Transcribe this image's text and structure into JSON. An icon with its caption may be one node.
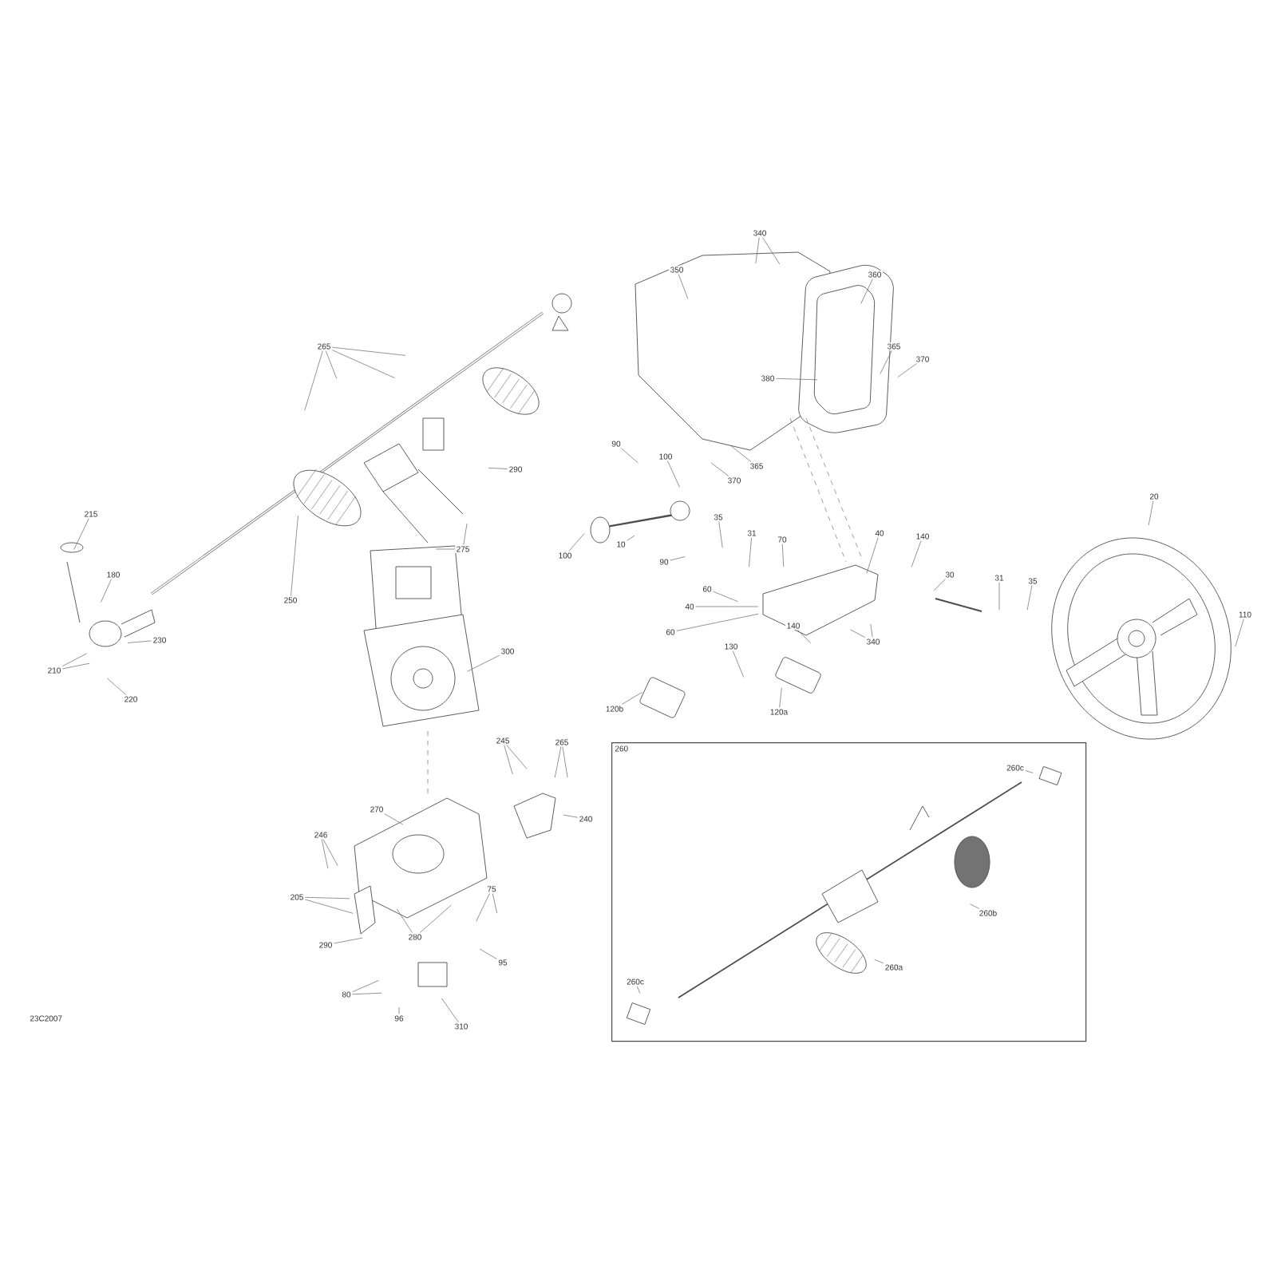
{
  "diagram": {
    "nodes": [
      {
        "text": [
          "265"
        ]
      },
      {
        "text": [
          "290"
        ]
      },
      {
        "text": [
          "275"
        ]
      },
      {
        "text": [
          "250"
        ]
      },
      {
        "text": [
          "215"
        ]
      },
      {
        "text": [
          "180"
        ]
      },
      {
        "text": [
          "230"
        ]
      },
      {
        "text": [
          "210"
        ]
      },
      {
        "text": [
          "220"
        ]
      },
      {
        "text": [
          "340"
        ]
      },
      {
        "text": [
          "350"
        ]
      },
      {
        "text": [
          "360"
        ]
      },
      {
        "text": [
          "365"
        ]
      },
      {
        "text": [
          "370"
        ]
      },
      {
        "text": [
          "380"
        ]
      },
      {
        "text": [
          "365"
        ]
      },
      {
        "text": [
          "370"
        ]
      },
      {
        "text": [
          "90"
        ]
      },
      {
        "text": [
          "100"
        ]
      },
      {
        "text": [
          "100"
        ]
      },
      {
        "text": [
          "10"
        ]
      },
      {
        "text": [
          "90"
        ]
      },
      {
        "text": [
          "35"
        ]
      },
      {
        "text": [
          "31"
        ]
      },
      {
        "text": [
          "70"
        ]
      },
      {
        "text": [
          "40"
        ]
      },
      {
        "text": [
          "140"
        ]
      },
      {
        "text": [
          "30"
        ]
      },
      {
        "text": [
          "31"
        ]
      },
      {
        "text": [
          "35"
        ]
      },
      {
        "text": [
          "20"
        ]
      },
      {
        "text": [
          "110"
        ]
      },
      {
        "text": [
          "60"
        ]
      },
      {
        "text": [
          "40"
        ]
      },
      {
        "text": [
          "60"
        ]
      },
      {
        "text": [
          "140"
        ]
      },
      {
        "text": [
          "340"
        ]
      },
      {
        "text": [
          "130"
        ]
      },
      {
        "text": [
          "120b"
        ]
      },
      {
        "text": [
          "120a"
        ]
      },
      {
        "text": [
          "300"
        ]
      },
      {
        "text": [
          "245"
        ]
      },
      {
        "text": [
          "265"
        ]
      },
      {
        "text": [
          "240"
        ]
      },
      {
        "text": [
          "270"
        ]
      },
      {
        "text": [
          "246"
        ]
      },
      {
        "text": [
          "205"
        ]
      },
      {
        "text": [
          "280"
        ]
      },
      {
        "text": [
          "75"
        ]
      },
      {
        "text": [
          "290"
        ]
      },
      {
        "text": [
          "95"
        ]
      },
      {
        "text": [
          "80"
        ]
      },
      {
        "text": [
          "96"
        ]
      },
      {
        "text": [
          "310"
        ]
      },
      {
        "text": [
          "260"
        ]
      },
      {
        "text": [
          "260c"
        ],
        "in": 54
      },
      {
        "text": [
          "260b"
        ],
        "in": 54
      },
      {
        "text": [
          "260a"
        ],
        "in": 54
      },
      {
        "text": [
          "260c"
        ],
        "in": 54
      }
    ],
    "edges": [
      {
        "from": 0,
        "to": null,
        "arrow": "none"
      },
      {
        "from": 0,
        "to": null,
        "arrow": "none"
      },
      {
        "from": 0,
        "to": null,
        "arrow": "none"
      },
      {
        "from": 0,
        "to": null,
        "arrow": "none"
      },
      {
        "from": 1,
        "to": null,
        "arrow": "none"
      },
      {
        "from": 2,
        "to": null,
        "arrow": "none"
      },
      {
        "from": 2,
        "to": null,
        "arrow": "none"
      },
      {
        "from": 3,
        "to": null,
        "arrow": "none"
      },
      {
        "from": 4,
        "to": null,
        "arrow": "none"
      },
      {
        "from": 5,
        "to": null,
        "arrow": "none"
      },
      {
        "from": 6,
        "to": null,
        "arrow": "none"
      },
      {
        "from": 7,
        "to": null,
        "arrow": "none"
      },
      {
        "from": 7,
        "to": null,
        "arrow": "none"
      },
      {
        "from": 8,
        "to": null,
        "arrow": "none"
      },
      {
        "from": 9,
        "to": null,
        "arrow": "none"
      },
      {
        "from": 9,
        "to": null,
        "arrow": "none"
      },
      {
        "from": 10,
        "to": null,
        "arrow": "none"
      },
      {
        "from": 11,
        "to": null,
        "arrow": "none"
      },
      {
        "from": 12,
        "to": null,
        "arrow": "none"
      },
      {
        "from": 13,
        "to": null,
        "arrow": "none"
      },
      {
        "from": 14,
        "to": null,
        "arrow": "none"
      },
      {
        "from": 15,
        "to": null,
        "arrow": "none"
      },
      {
        "from": 16,
        "to": null,
        "arrow": "none"
      },
      {
        "from": 17,
        "to": null,
        "arrow": "none"
      },
      {
        "from": 18,
        "to": null,
        "arrow": "none"
      },
      {
        "from": 19,
        "to": null,
        "arrow": "none"
      },
      {
        "from": 20,
        "to": null,
        "arrow": "none"
      },
      {
        "from": 21,
        "to": null,
        "arrow": "none"
      },
      {
        "from": 22,
        "to": null,
        "arrow": "none"
      },
      {
        "from": 23,
        "to": null,
        "arrow": "none"
      },
      {
        "from": 24,
        "to": null,
        "arrow": "none"
      },
      {
        "from": 25,
        "to": null,
        "arrow": "none"
      },
      {
        "from": 26,
        "to": null,
        "arrow": "none"
      },
      {
        "from": 27,
        "to": null,
        "arrow": "none"
      },
      {
        "from": 28,
        "to": null,
        "arrow": "none"
      },
      {
        "from": 29,
        "to": null,
        "arrow": "none"
      },
      {
        "from": 30,
        "to": null,
        "arrow": "none"
      },
      {
        "from": 31,
        "to": null,
        "arrow": "none"
      },
      {
        "from": 32,
        "to": null,
        "arrow": "none"
      },
      {
        "from": 33,
        "to": null,
        "arrow": "none"
      },
      {
        "from": 34,
        "to": null,
        "arrow": "none"
      },
      {
        "from": 35,
        "to": null,
        "arrow": "none"
      },
      {
        "from": 36,
        "to": null,
        "arrow": "none"
      },
      {
        "from": 36,
        "to": null,
        "arrow": "none"
      },
      {
        "from": 37,
        "to": null,
        "arrow": "none"
      },
      {
        "from": 38,
        "to": null,
        "arrow": "none"
      },
      {
        "from": 39,
        "to": null,
        "arrow": "none"
      },
      {
        "from": 40,
        "to": null,
        "arrow": "none"
      },
      {
        "from": 41,
        "to": null,
        "arrow": "none"
      },
      {
        "from": 41,
        "to": null,
        "arrow": "none"
      },
      {
        "from": 42,
        "to": null,
        "arrow": "none"
      },
      {
        "from": 42,
        "to": null,
        "arrow": "none"
      },
      {
        "from": 43,
        "to": null,
        "arrow": "none"
      },
      {
        "from": 44,
        "to": null,
        "arrow": "none"
      },
      {
        "from": 45,
        "to": null,
        "arrow": "none"
      },
      {
        "from": 45,
        "to": null,
        "arrow": "none"
      },
      {
        "from": 46,
        "to": null,
        "arrow": "none"
      },
      {
        "from": 46,
        "to": null,
        "arrow": "none"
      },
      {
        "from": 47,
        "to": null,
        "arrow": "none"
      },
      {
        "from": 47,
        "to": null,
        "arrow": "none"
      },
      {
        "from": 48,
        "to": null,
        "arrow": "none"
      },
      {
        "from": 48,
        "to": null,
        "arrow": "none"
      },
      {
        "from": 49,
        "to": null,
        "arrow": "none"
      },
      {
        "from": 50,
        "to": null,
        "arrow": "none"
      },
      {
        "from": 51,
        "to": null,
        "arrow": "none"
      },
      {
        "from": 51,
        "to": null,
        "arrow": "none"
      },
      {
        "from": 52,
        "to": null,
        "arrow": "none"
      },
      {
        "from": 53,
        "to": null,
        "arrow": "none"
      },
      {
        "from": 55,
        "to": null,
        "arrow": "none"
      },
      {
        "from": 56,
        "to": null,
        "arrow": "none"
      },
      {
        "from": 57,
        "to": null,
        "arrow": "none"
      },
      {
        "from": 58,
        "to": null,
        "arrow": "none"
      }
    ],
    "labels": [
      "23C2007"
    ]
  }
}
